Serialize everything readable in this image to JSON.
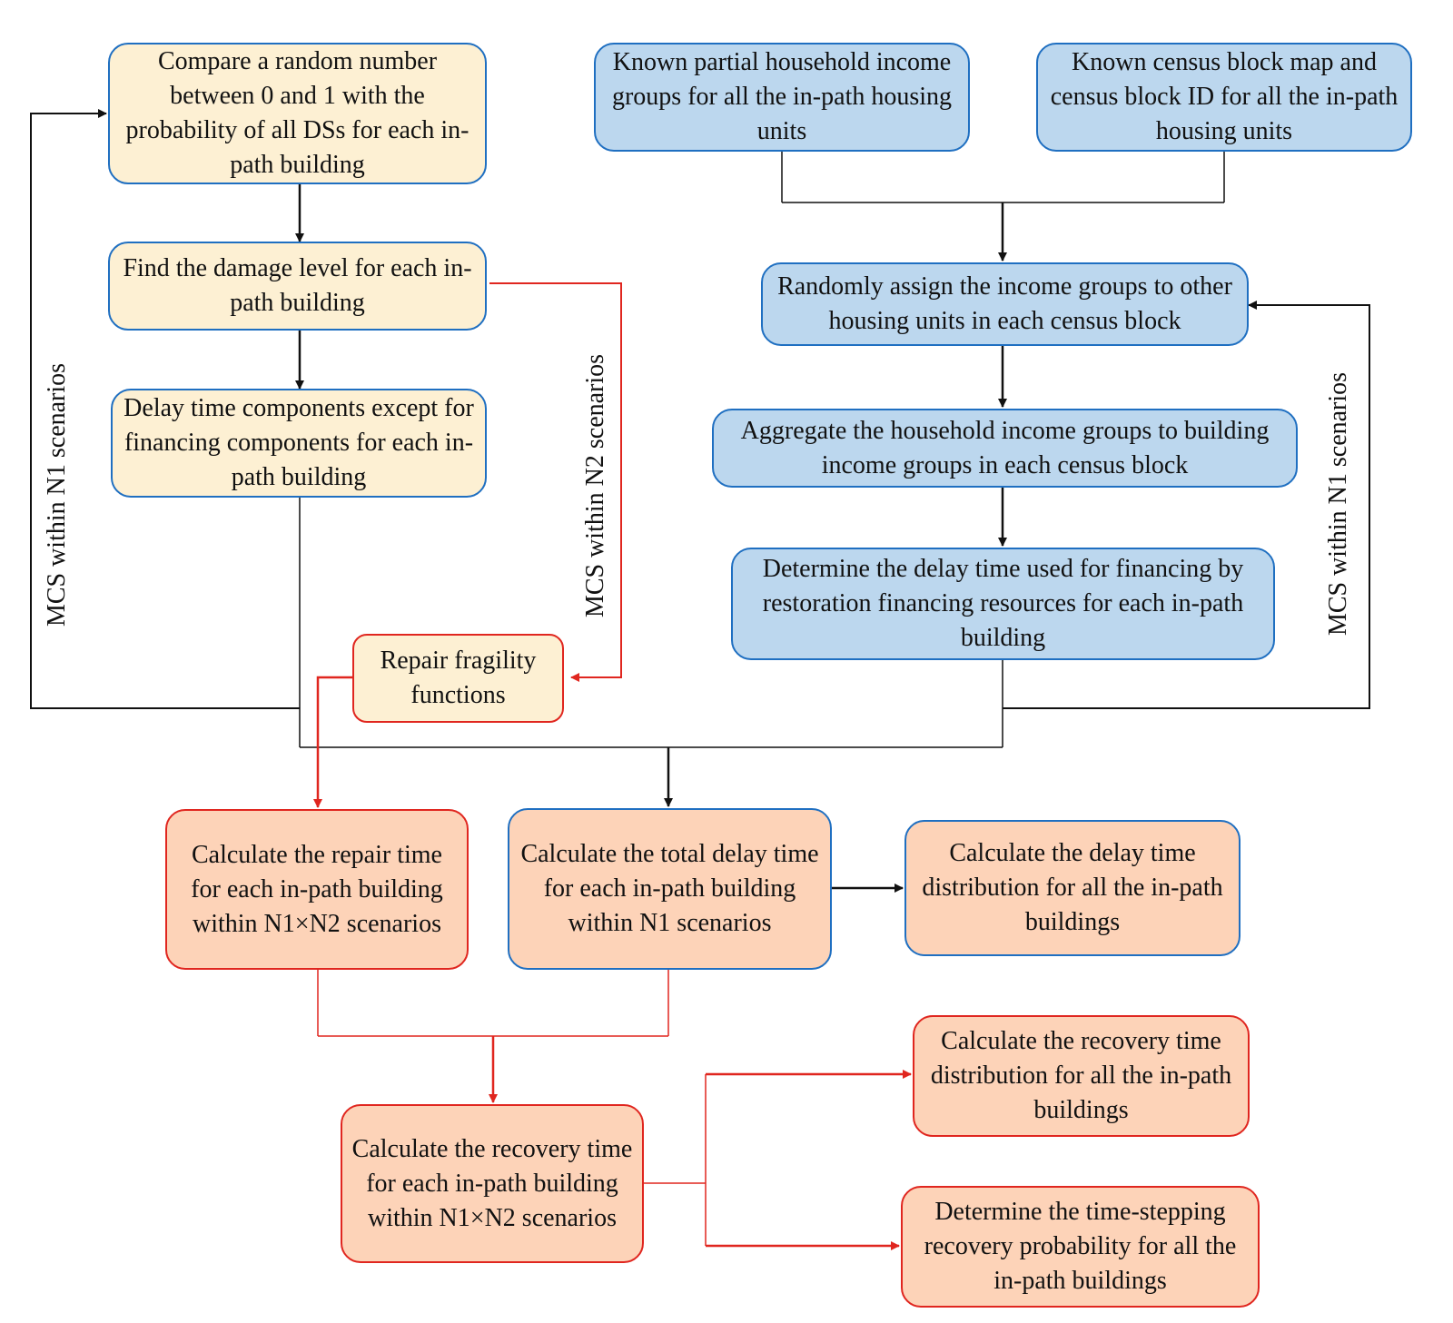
{
  "boxes": {
    "compare_random": "Compare a random number between 0 and 1 with the probability of all DSs for each in-path building",
    "find_damage": "Find the damage level for each in-path building",
    "delay_components": "Delay time components except for financing components for each in-path building",
    "repair_fragility": "Repair fragility functions",
    "known_income": "Known partial household income groups for all the in-path housing units",
    "known_census": "Known census block map and census block ID for all the in-path housing units",
    "randomly_assign": "Randomly assign the income groups to other housing units in each census block",
    "aggregate_income": "Aggregate the household income groups to building income groups in each census block",
    "determine_delay": "Determine the delay time used for financing by restoration financing resources for each in-path building",
    "calc_repair_time": "Calculate the repair time for each in-path building within N1×N2 scenarios",
    "calc_total_delay": "Calculate the total delay time for each in-path building within N1 scenarios",
    "calc_delay_distribution": "Calculate the delay time distribution for all the in-path buildings",
    "calc_recovery_time": "Calculate the recovery time for each in-path building within N1×N2 scenarios",
    "calc_recovery_distribution": "Calculate the recovery time distribution for all the in-path buildings",
    "time_stepping": "Determine the time-stepping recovery probability for all the in-path buildings"
  },
  "loop_labels": {
    "left_n1": "MCS within N1 scenarios",
    "middle_n2": "MCS within N2 scenarios",
    "right_n1": "MCS within N1 scenarios"
  },
  "colors": {
    "yellow_fill": "#fdf0d3",
    "blue_fill": "#bcd7ee",
    "salmon_fill": "#fdd3b8",
    "blue_border": "#1f6fc1",
    "red_border": "#e0261f",
    "black_arrow": "#111111",
    "red_arrow": "#e0261f"
  }
}
